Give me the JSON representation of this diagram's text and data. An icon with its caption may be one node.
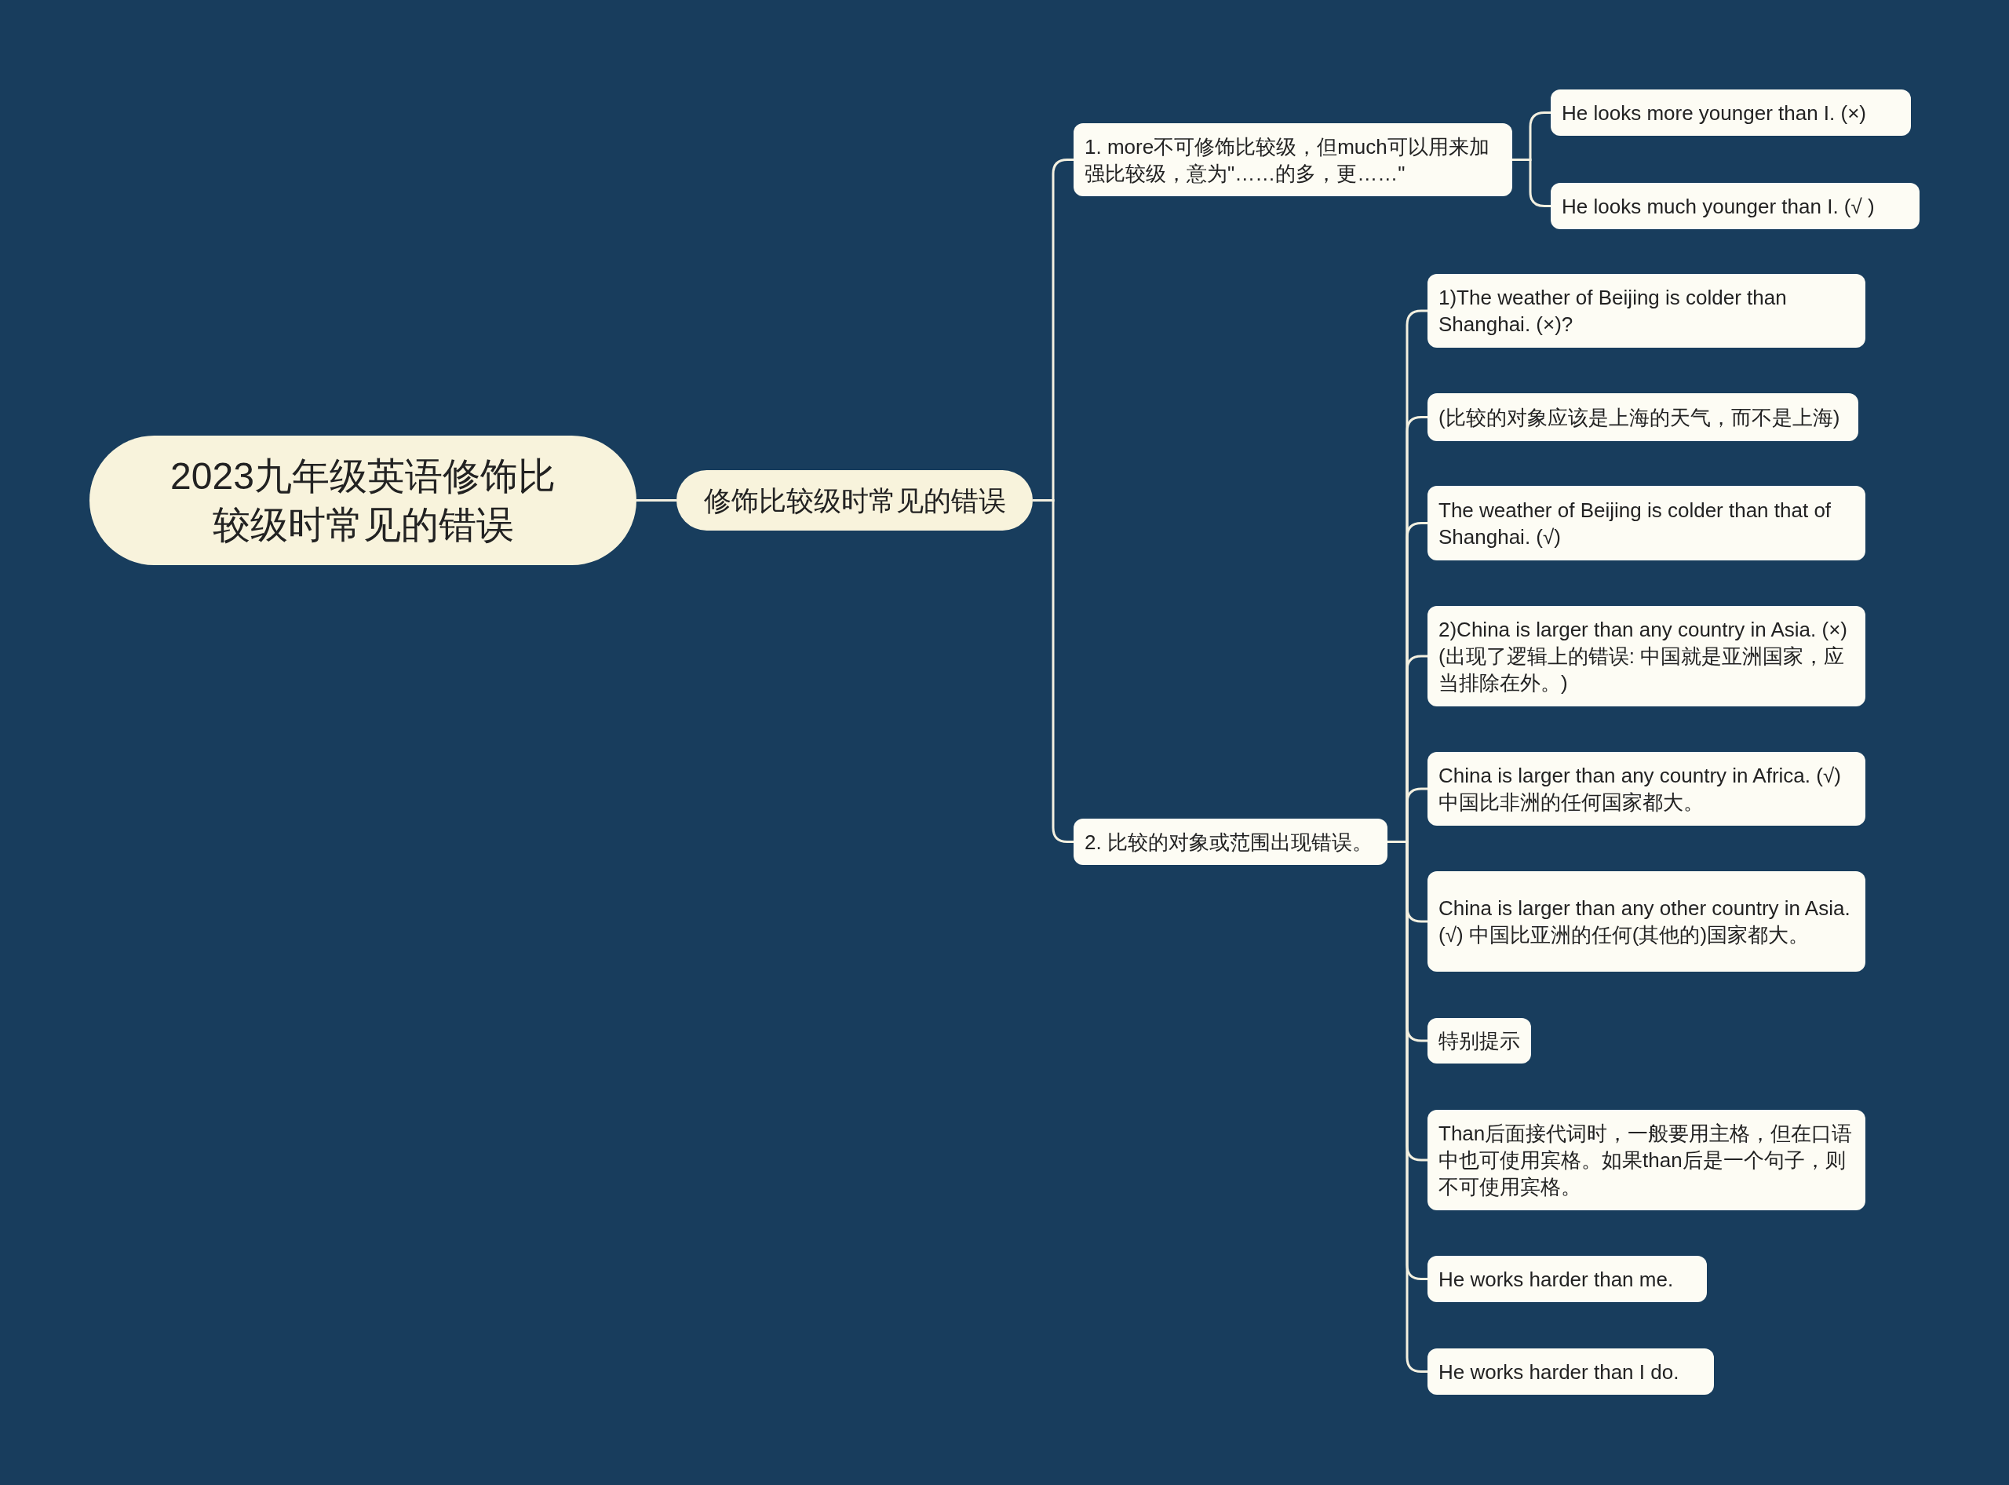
{
  "diagram": {
    "nodes": [
      {
        "text": [
          "2023九年级英语修饰比较级时常见的错误"
        ]
      },
      {
        "text": [
          "修饰比较级时常见的错误"
        ]
      },
      {
        "text": [
          "1. more不可修饰比较级，但much可以用来加强比较级，意为\"……的多，更……\""
        ]
      },
      {
        "text": [
          "He looks more younger than I. (×)"
        ]
      },
      {
        "text": [
          "He looks much younger than I. (√ )"
        ]
      },
      {
        "text": [
          "2. 比较的对象或范围出现错误。"
        ]
      },
      {
        "text": [
          "1)The weather of Beijing is colder than Shanghai. (×)?"
        ]
      },
      {
        "text": [
          "(比较的对象应该是上海的天气，而不是上海)"
        ]
      },
      {
        "text": [
          "The weather of Beijing is colder than that of Shanghai. (√)"
        ]
      },
      {
        "text": [
          "2)China is larger than any country in Asia. (×)(出现了逻辑上的错误: 中国就是亚洲国家，应当排除在外。)"
        ]
      },
      {
        "text": [
          "China is larger than any country in Africa. (√) 中国比非洲的任何国家都大。"
        ]
      },
      {
        "text": [
          "China is larger than any other country in Asia. (√) 中国比亚洲的任何(其他的)国家都大。"
        ]
      },
      {
        "text": [
          "特别提示"
        ]
      },
      {
        "text": [
          "Than后面接代词时，一般要用主格，但在口语中也可使用宾格。如果than后是一个句子，则不可使用宾格。"
        ]
      },
      {
        "text": [
          "He works harder than me."
        ]
      },
      {
        "text": [
          "He works harder than I do."
        ]
      }
    ],
    "edges": [
      {
        "from": 0,
        "to": 1,
        "arrow": "none"
      },
      {
        "from": 1,
        "to": 2,
        "arrow": "none"
      },
      {
        "from": 1,
        "to": 5,
        "arrow": "none"
      },
      {
        "from": 2,
        "to": 3,
        "arrow": "none"
      },
      {
        "from": 2,
        "to": 4,
        "arrow": "none"
      },
      {
        "from": 5,
        "to": 6,
        "arrow": "none"
      },
      {
        "from": 5,
        "to": 7,
        "arrow": "none"
      },
      {
        "from": 5,
        "to": 8,
        "arrow": "none"
      },
      {
        "from": 5,
        "to": 9,
        "arrow": "none"
      },
      {
        "from": 5,
        "to": 10,
        "arrow": "none"
      },
      {
        "from": 5,
        "to": 11,
        "arrow": "none"
      },
      {
        "from": 5,
        "to": 12,
        "arrow": "none"
      },
      {
        "from": 5,
        "to": 13,
        "arrow": "none"
      },
      {
        "from": 5,
        "to": 14,
        "arrow": "none"
      },
      {
        "from": 5,
        "to": 15,
        "arrow": "none"
      }
    ]
  }
}
